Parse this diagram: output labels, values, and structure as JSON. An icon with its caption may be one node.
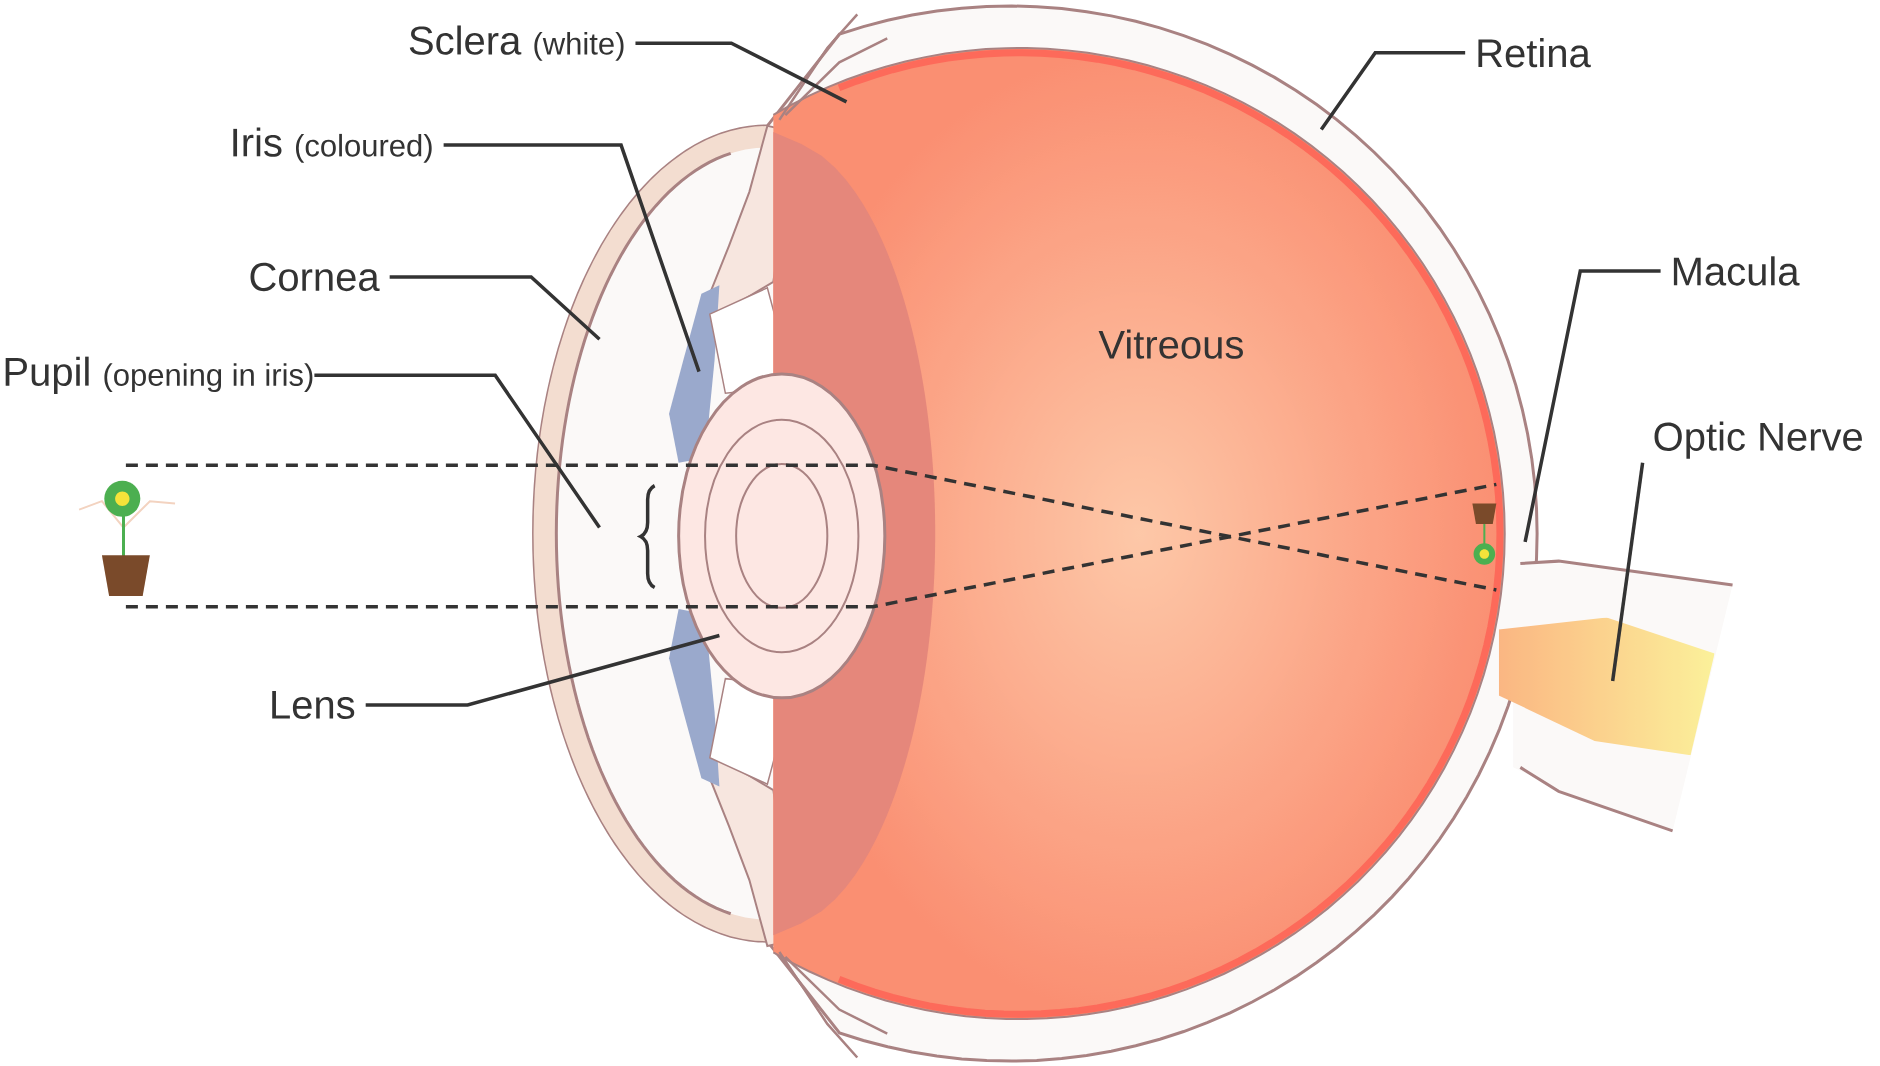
{
  "diagram": {
    "nodes": [
      {
        "text": [
          "Sclera",
          "(white)"
        ]
      },
      {
        "text": [
          "Iris",
          "(coloured)"
        ]
      },
      {
        "text": [
          "Cornea"
        ]
      },
      {
        "text": [
          "Pupil",
          "(opening in iris)"
        ]
      },
      {
        "text": [
          "Lens"
        ]
      },
      {
        "text": [
          "Retina"
        ]
      },
      {
        "text": [
          "Macula"
        ]
      },
      {
        "text": [
          "Optic Nerve"
        ]
      }
    ],
    "edges": [
      {
        "from": 0,
        "to": null,
        "arrow": "none"
      },
      {
        "from": 1,
        "to": null,
        "arrow": "none"
      },
      {
        "from": 2,
        "to": null,
        "arrow": "none"
      },
      {
        "from": 3,
        "to": null,
        "arrow": "none"
      },
      {
        "from": 4,
        "to": null,
        "arrow": "none"
      },
      {
        "from": 5,
        "to": null,
        "arrow": "none"
      },
      {
        "from": 6,
        "to": null,
        "arrow": "none"
      },
      {
        "from": 7,
        "to": null,
        "arrow": "none"
      }
    ],
    "labels": [
      "Vitreous"
    ]
  }
}
